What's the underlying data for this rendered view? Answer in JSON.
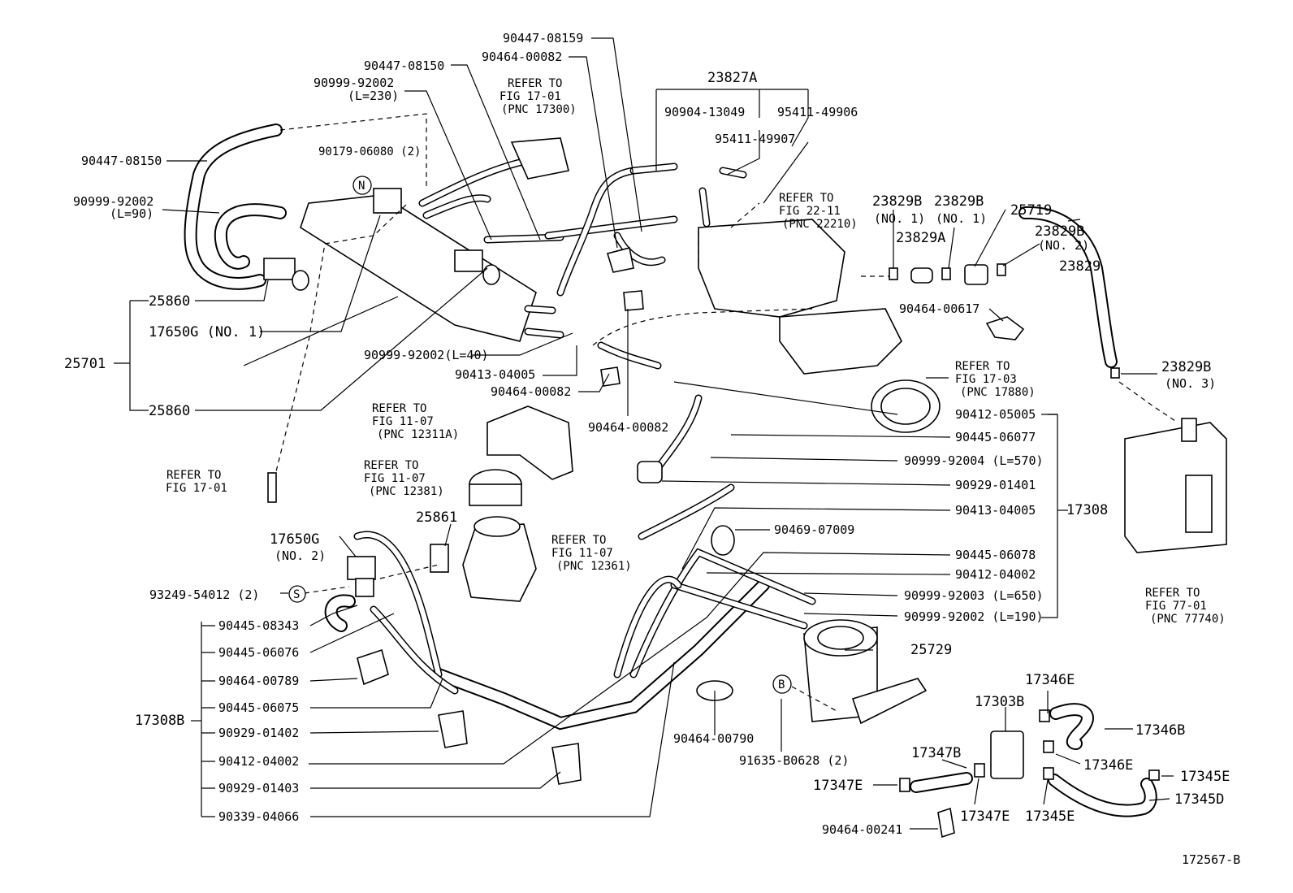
{
  "diagram_id": "172567-B",
  "labels": {
    "l_90447_08159": "90447-08159",
    "l_90464_00082_top": "90464-00082",
    "l_90447_08150_top": "90447-08150",
    "l_90999_92002_L230": "90999-92002",
    "l_L230": "(L=230)",
    "l_ref_fig1701_a": "REFER TO",
    "l_ref_fig1701_b": "FIG 17-01",
    "l_ref_fig1701_c": "(PNC 17300)",
    "l_23827A": "23827A",
    "l_90904_13049": "90904-13049",
    "l_95411_49906": "95411-49906",
    "l_95411_49907": "95411-49907",
    "l_90447_08150_left": "90447-08150",
    "l_90179_06080": "90179-06080 (2)",
    "l_N": "N",
    "l_90999_92002_L90": "90999-92002",
    "l_L90": "(L=90)",
    "l_ref_fig2211_a": "REFER TO",
    "l_ref_fig2211_b": "FIG 22-11",
    "l_ref_fig2211_c": "(PNC 22210)",
    "l_23829B_no1_a": "23829B",
    "l_no1_a": "(NO. 1)",
    "l_23829B_no1_b": "23829B",
    "l_no1_b": "(NO. 1)",
    "l_25719": "25719",
    "l_23829B_no2": "23829B",
    "l_no2": "(NO. 2)",
    "l_23829A": "23829A",
    "l_23829": "23829",
    "l_25860_top": "25860",
    "l_17650G_no1": "17650G (NO. 1)",
    "l_25701": "25701",
    "l_25860_bot": "25860",
    "l_90464_00617": "90464-00617",
    "l_90999_92002_L40": "90999-92002(L=40)",
    "l_90413_04005_mid": "90413-04005",
    "l_90464_00082_mid": "90464-00082",
    "l_90464_00082_mid2": "90464-00082",
    "l_ref_fig1703_a": "REFER TO",
    "l_ref_fig1703_b": "FIG 17-03",
    "l_ref_fig1703_c": "(PNC 17880)",
    "l_23829B_no3": "23829B",
    "l_no3": "(NO. 3)",
    "l_ref_fig1107_1a": "REFER TO",
    "l_ref_fig1107_1b": "FIG 11-07",
    "l_ref_fig1107_1c": "(PNC 12311A)",
    "l_ref_fig1107_2a": "REFER TO",
    "l_ref_fig1107_2b": "FIG 11-07",
    "l_ref_fig1107_2c": "(PNC 12381)",
    "l_ref_fig1701_2a": "REFER TO",
    "l_ref_fig1701_2b": "FIG 17-01",
    "l_90412_05005": "90412-05005",
    "l_90445_06077": "90445-06077",
    "l_90999_92004": "90999-92004 (L=570)",
    "l_90929_01401": "90929-01401",
    "l_90413_04005_r": "90413-04005",
    "l_17308": "17308",
    "l_90469_07009": "90469-07009",
    "l_90445_06078": "90445-06078",
    "l_90412_04002_r": "90412-04002",
    "l_90999_92003": "90999-92003 (L=650)",
    "l_90999_92002_L190": "90999-92002 (L=190)",
    "l_25861": "25861",
    "l_17650G_no2": "17650G",
    "l_no2_b": "(NO. 2)",
    "l_ref_fig1107_3a": "REFER TO",
    "l_ref_fig1107_3b": "FIG 11-07",
    "l_ref_fig1107_3c": "(PNC 12361)",
    "l_93249_54012": "93249-54012 (2)",
    "l_S": "S",
    "l_ref_fig7701_a": "REFER TO",
    "l_ref_fig7701_b": "FIG 77-01",
    "l_ref_fig7701_c": "(PNC 77740)",
    "l_90445_08343": "90445-08343",
    "l_90445_06076": "90445-06076",
    "l_90464_00789": "90464-00789",
    "l_90445_06075": "90445-06075",
    "l_17308B": "17308B",
    "l_90929_01402": "90929-01402",
    "l_90412_04002_l": "90412-04002",
    "l_90929_01403": "90929-01403",
    "l_90339_04066": "90339-04066",
    "l_25729": "25729",
    "l_B": "B",
    "l_90464_00790": "90464-00790",
    "l_91635_B0628": "91635-B0628 (2)",
    "l_17346E_top": "17346E",
    "l_17303B": "17303B",
    "l_17346B": "17346B",
    "l_17347B": "17347B",
    "l_17346E_mid": "17346E",
    "l_17345E_r": "17345E",
    "l_17347E_l": "17347E",
    "l_17345D": "17345D",
    "l_90464_00241": "90464-00241",
    "l_17347E_b": "17347E",
    "l_17345E_b": "17345E",
    "l_172567B": "172567-B"
  }
}
